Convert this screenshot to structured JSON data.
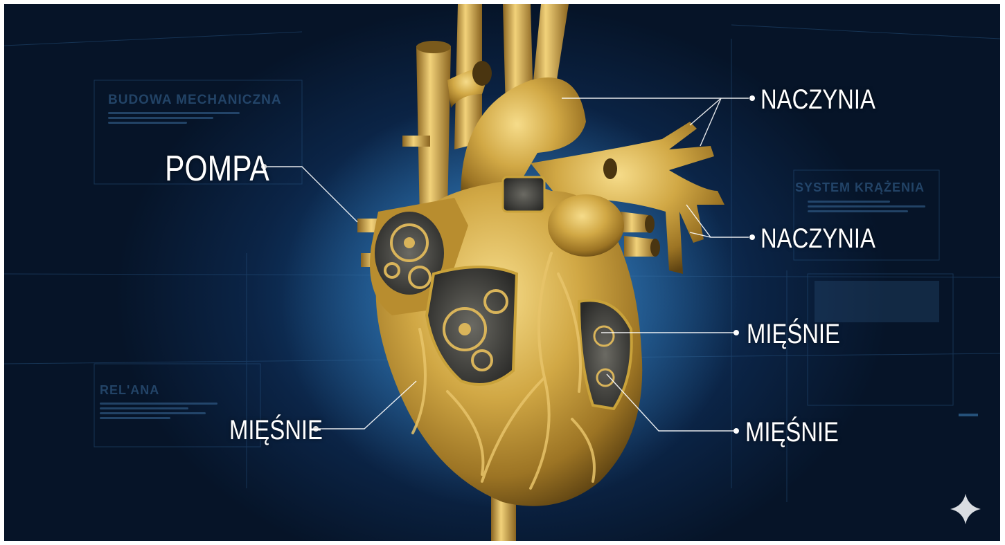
{
  "labels": {
    "pump": "POMPA",
    "vessels_top": "NACZYNIA",
    "vessels_mid": "NACZYNIA",
    "muscles_right_upper": "MIĘŚNIE",
    "muscles_right_lower": "MIĘŚNIE",
    "muscles_left": "MIĘŚNIE"
  },
  "hud": {
    "panel_top_left_title": "BUDOWA MECHANICZNA",
    "panel_right_title": "SYSTEM KRĄŻENIA",
    "panel_bottom_left_title": "REL'ANA"
  },
  "colors": {
    "background_dark": "#061428",
    "background_glow": "#1d5fa0",
    "gold": "#c9a23a",
    "label_text": "#ffffff"
  }
}
